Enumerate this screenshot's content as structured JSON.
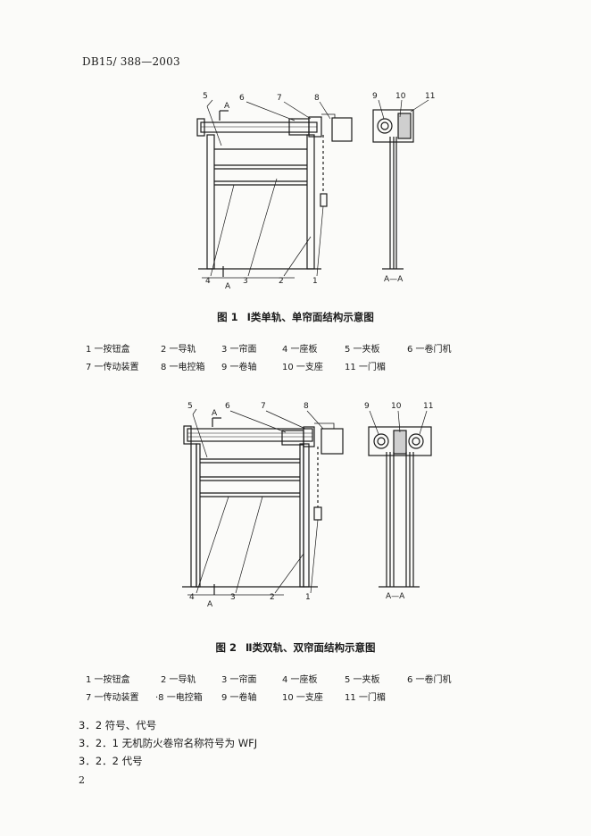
{
  "header": {
    "doc_code": "DB15/ 388—2003"
  },
  "figure1": {
    "callouts": {
      "c1": "1",
      "c2": "2",
      "c3": "3",
      "c4": "4",
      "c5": "5",
      "c6": "6",
      "c7": "7",
      "c8": "8",
      "c9": "9",
      "c10": "10",
      "c11": "11",
      "a_top": "A",
      "a_bottom": "A",
      "section_label": "A—A"
    },
    "caption": {
      "number": "图 1",
      "title": "Ⅰ类单轨、单帘面结构示意图"
    },
    "legend": [
      [
        "1 一按钮盒",
        "2 一导轨",
        "3 一帘面",
        "4 一座板",
        "5 一夹板",
        "6 一卷门机"
      ],
      [
        "7 一传动装置",
        "8 一电控箱",
        "9 一卷轴",
        "10 一支座",
        "11 一门楣"
      ]
    ]
  },
  "figure2": {
    "callouts": {
      "c1": "1",
      "c2": "2",
      "c3": "3",
      "c4": "4",
      "c5": "5",
      "c6": "6",
      "c7": "7",
      "c8": "8",
      "c9": "9",
      "c10": "10",
      "c11": "11",
      "a_top": "A",
      "a_bottom": "A",
      "section_label": "A—A"
    },
    "caption": {
      "number": "图 2",
      "title": "Ⅱ类双轨、双帘面结构示意图"
    },
    "legend": [
      [
        "1 一按钮盒",
        "2 一导轨",
        "3 一帘面",
        "4 一座板",
        "5 一夹板",
        "6 一卷门机"
      ],
      [
        "7 一传动装置",
        "·8 一电控箱",
        "9 一卷轴",
        "10 一支座",
        "11 一门楣"
      ]
    ]
  },
  "sections": [
    "3．2 符号、代号",
    "3．2．1 无机防火卷帘名称符号为 WFJ",
    "3．2．2 代号"
  ],
  "footer": {
    "page_number": "2"
  }
}
